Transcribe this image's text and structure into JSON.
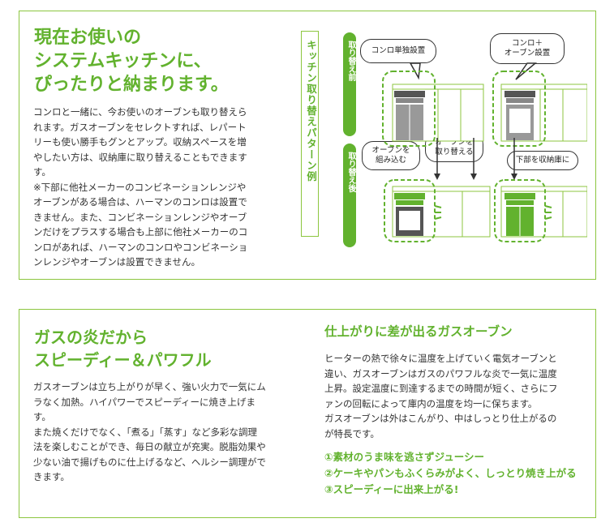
{
  "top_section": {
    "heading_lines": [
      "現在お使いの",
      "システムキッチンに、",
      "ぴったりと納まります。"
    ],
    "body_lines": [
      "コンロと一緒に、今お使いのオーブンも取り替えら",
      "れます。ガスオーブンをセレクトすれば、レパート",
      "リーも使い勝手もグンとアップ。収納スペースを増",
      "やしたい方は、収納庫に取り替えることもできます",
      "す。",
      "※下部に他社メーカーのコンビネーションレンジや",
      "オーブンがある場合は、ハーマンのコンロは設置で",
      "きません。また、コンビネーションレンジやオーブ",
      "ンだけをプラスする場合も上部に他社メーカーのコ",
      "ンロがあれば、ハーマンのコンロやコンビネーショ",
      "ンレンジやオーブンは設置できません。"
    ]
  },
  "diagram": {
    "vertical_label": "キッチン取り替えパターン例",
    "tab_before": "取り替え前",
    "tab_after": "取り替え後",
    "bubble_konro": "コンロ単独設置",
    "bubble_konro_oven_line1": "コンロ＋",
    "bubble_konro_oven_line2": "オーブン設置",
    "bubble_kumikomu_line1": "オーブンを",
    "bubble_kumikomu_line2": "組み込む",
    "bubble_torikaeru_line1": "オーブンを",
    "bubble_torikaeru_line2": "取り替える",
    "bubble_shuno": "下部を収納庫に"
  },
  "bottom_left": {
    "heading_lines": [
      "ガスの炎だから",
      "スピーディー＆パワフル"
    ],
    "body_lines": [
      "ガスオーブンは立ち上がりが早く、強い火力で一気にム",
      "ラなく加熱。ハイパワーでスピーディーに焼き上げま",
      "す。",
      "また焼くだけでなく、「煮る」「蒸す」など多彩な調理",
      "法を楽しむことができ、毎日の献立が充実。脱脂効果や",
      "少ない油で揚げものに仕上げるなど、ヘルシー調理がで",
      "きます。"
    ]
  },
  "bottom_right": {
    "heading": "仕上がりに差が出るガスオーブン",
    "body_lines": [
      "ヒーターの熱で徐々に温度を上げていく電気オーブンと",
      "違い、ガスオーブンはガスのパワフルな炎で一気に温度",
      "上昇。設定温度に到達するまでの時間が短く、さらにフ",
      "ァンの回転によって庫内の温度を均一に保ちます。",
      "ガスオーブンは外はこんがり、中はしっとり仕上がるの",
      "が特長です。"
    ],
    "features": [
      "①素材のうま味を逃さずジューシー",
      "②ケーキやパンもふくらみがよく、しっとり焼き上がる",
      "③スピーディーに出来上がる!"
    ]
  },
  "colors": {
    "accent_green": "#62b22e",
    "border_green": "#8cc63f",
    "text": "#333333"
  }
}
